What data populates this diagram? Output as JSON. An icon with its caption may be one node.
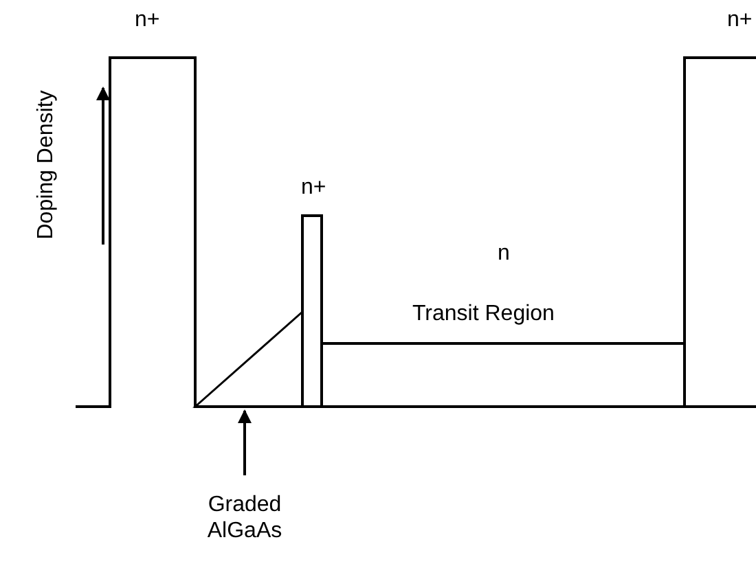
{
  "diagram": {
    "nodes": [
      {
        "text": [
          "Graded AlGaAs"
        ]
      },
      {
        "text": [],
        "shape": "triangle"
      }
    ],
    "edges": [
      {
        "from": 0,
        "to": 1,
        "arrow": "to"
      }
    ],
    "labels": [
      "n+",
      "n+",
      "n+",
      "Doping Density",
      "n",
      "Transit Region"
    ]
  }
}
